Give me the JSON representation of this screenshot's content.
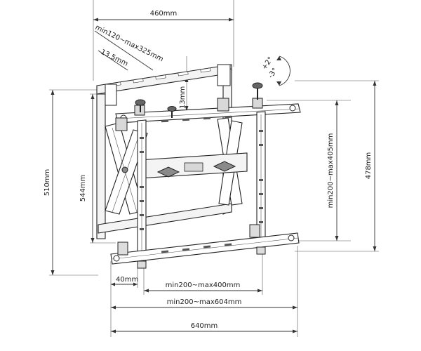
{
  "dimensions": {
    "top_width": "460mm",
    "bracket_range": "min120~max325mm",
    "bracket_offset": "13.5mm",
    "clearance": "13mm",
    "tilt_up": "+2°",
    "tilt_down": "-3°",
    "left_height": "510mm",
    "inner_height": "544mm",
    "vertical_range": "min200~max405mm",
    "right_height": "478mm",
    "bottom_offset": "40mm",
    "horizontal_range_small": "min200~max400mm",
    "horizontal_range_large": "min200~max604mm",
    "bottom_width": "640mm"
  }
}
